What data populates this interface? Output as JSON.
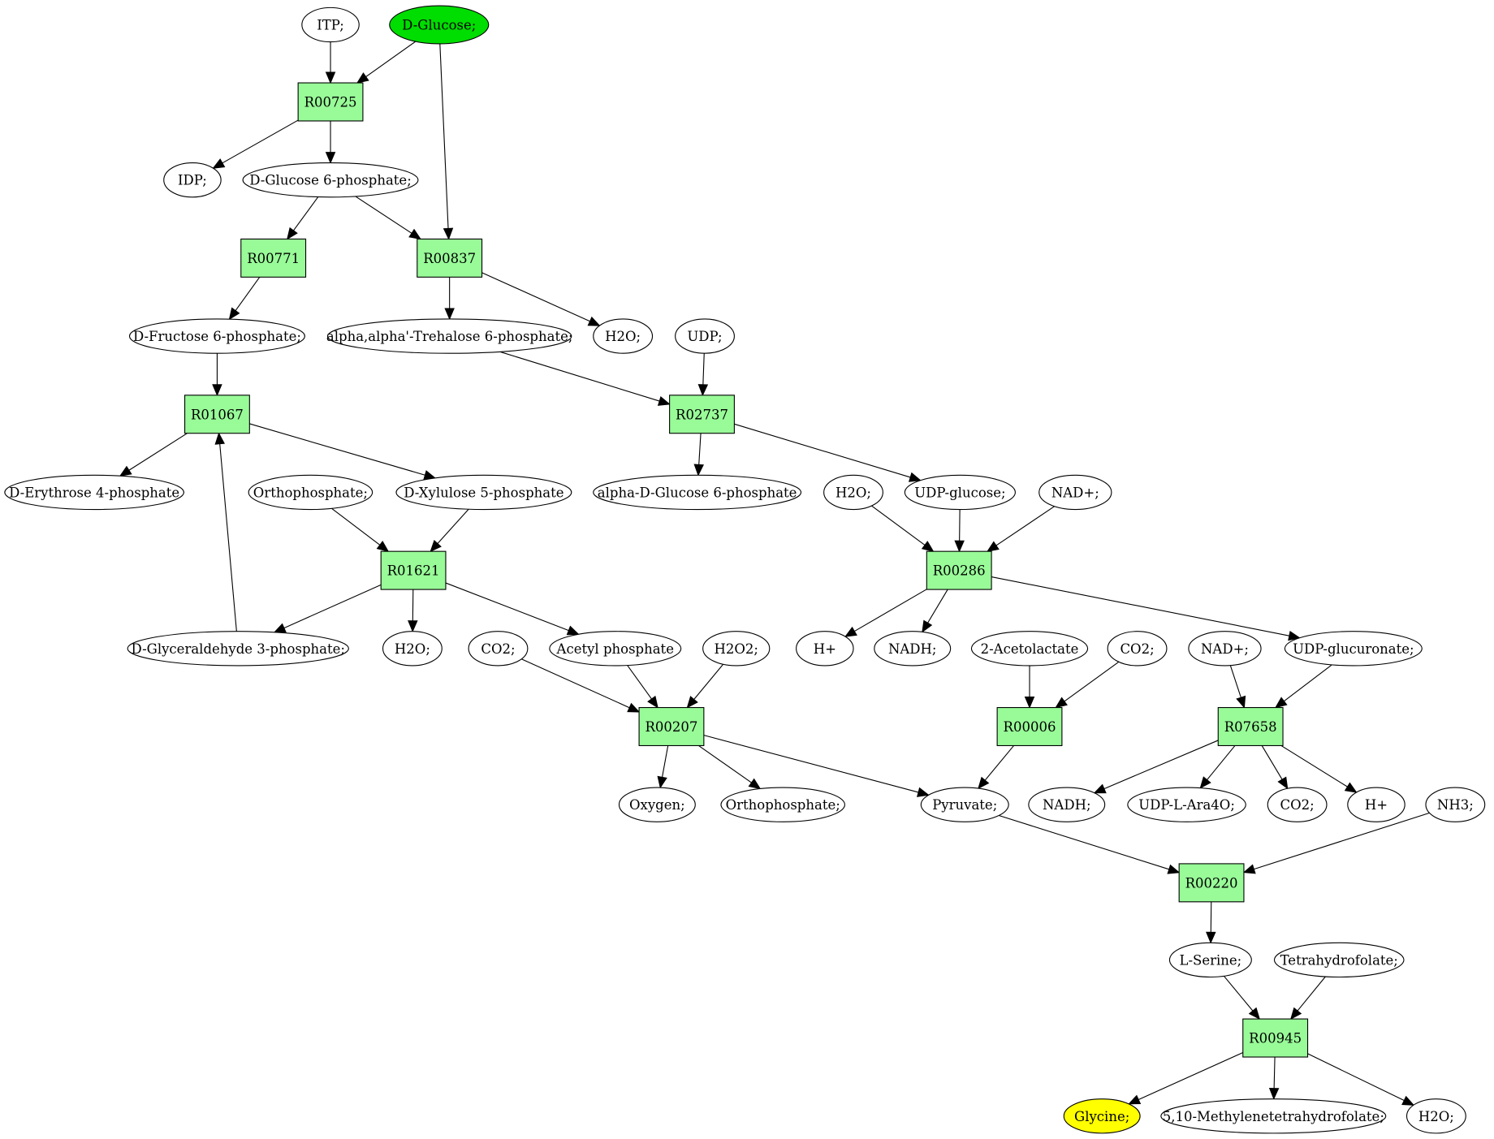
{
  "colors": {
    "reaction_fill": "#98fb98",
    "source_fill": "#00dd00",
    "target_fill": "#ffff00",
    "metabolite_fill": "#ffffff",
    "stroke": "#000000"
  },
  "reactions": {
    "R00725": "R00725",
    "R00771": "R00771",
    "R00837": "R00837",
    "R01067": "R01067",
    "R02737": "R02737",
    "R01621": "R01621",
    "R00286": "R00286",
    "R00207": "R00207",
    "R00006": "R00006",
    "R07658": "R07658",
    "R00220": "R00220",
    "R00945": "R00945"
  },
  "metabolites": {
    "itp": "ITP;",
    "dglucose": "D-Glucose;",
    "idp": "IDP;",
    "g6p": "D-Glucose 6-phosphate;",
    "f6p": "D-Fructose 6-phosphate;",
    "t6p": "alpha,alpha'-Trehalose 6-phosphate;",
    "h2o_a": "H2O;",
    "udp": "UDP;",
    "e4p": "D-Erythrose 4-phosphate",
    "orthophosphate_a": "Orthophosphate;",
    "x5p": "D-Xylulose 5-phosphate",
    "ag6p": "alpha-D-Glucose 6-phosphate",
    "h2o_b": "H2O;",
    "udpglucose": "UDP-glucose;",
    "nadp_a": "NAD+;",
    "gap": "D-Glyceraldehyde 3-phosphate;",
    "h2o_c": "H2O;",
    "co2_a": "CO2;",
    "acetylp": "Acetyl phosphate",
    "h2o2": "H2O2;",
    "hplus_a": "H+",
    "nadh_a": "NADH;",
    "acetolactate": "2-Acetolactate",
    "co2_b": "CO2;",
    "nadp_b": "NAD+;",
    "udpglucuronate": "UDP-glucuronate;",
    "oxygen": "Oxygen;",
    "orthophosphate_b": "Orthophosphate;",
    "pyruvate": "Pyruvate;",
    "nadh_b": "NADH;",
    "udpara": "UDP-L-Ara4O;",
    "co2_c": "CO2;",
    "hplus_b": "H+",
    "nh3": "NH3;",
    "serine": "L-Serine;",
    "thf": "Tetrahydrofolate;",
    "glycine": "Glycine;",
    "methylenethf": "5,10-Methylenetetrahydrofolate;",
    "h2o_d": "H2O;"
  }
}
